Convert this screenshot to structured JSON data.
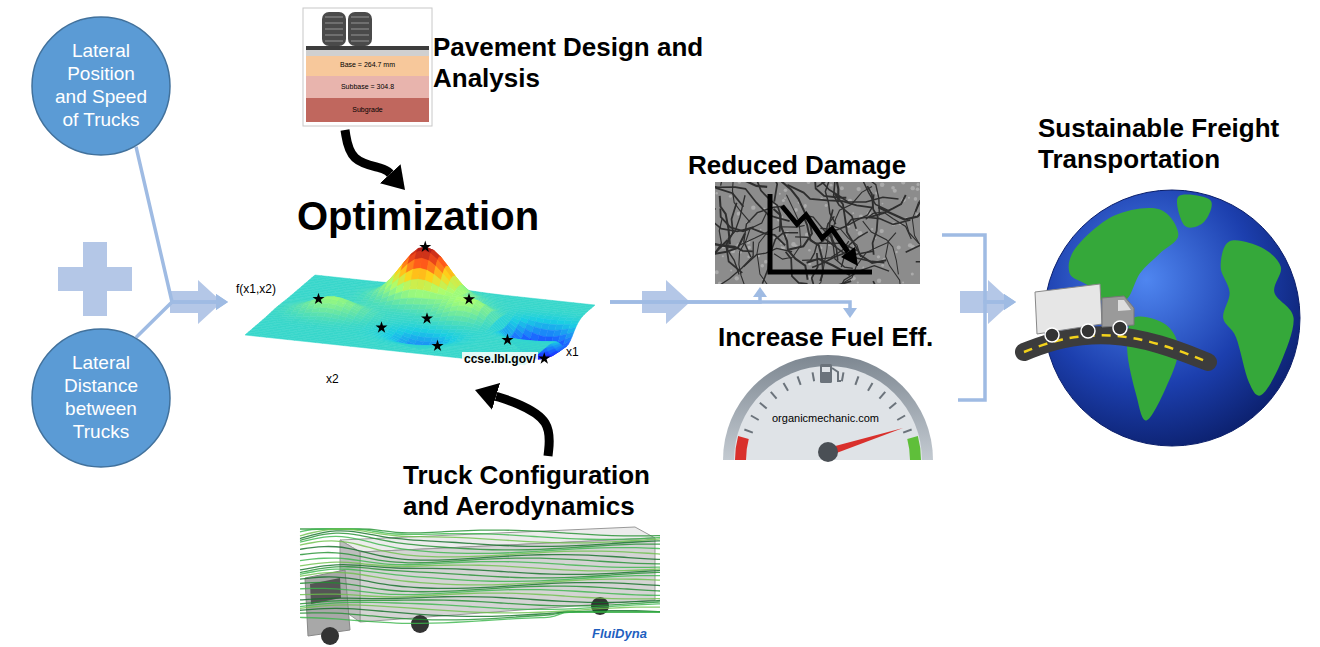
{
  "diagram": {
    "nodes": [
      {
        "text": [
          "Lateral Position and Speed of Trucks"
        ]
      },
      {
        "text": [
          "Lateral Distance between Trucks"
        ]
      },
      {
        "text": [
          "Optimization"
        ]
      },
      {
        "text": [
          "Pavement Design and Analysis"
        ]
      },
      {
        "text": [
          "Truck Configuration and Aerodynamics"
        ]
      },
      {
        "text": [
          "Reduced Damage"
        ]
      },
      {
        "text": [
          "Increase Fuel Eff."
        ]
      },
      {
        "text": [
          "Sustainable Freight Transportation"
        ]
      }
    ],
    "edges": [
      {
        "from": 0,
        "to": 2,
        "arrow": "to"
      },
      {
        "from": 1,
        "to": 2,
        "arrow": "to"
      },
      {
        "from": 3,
        "to": 2,
        "arrow": "to"
      },
      {
        "from": 4,
        "to": 2,
        "arrow": "to"
      },
      {
        "from": 2,
        "to": 5,
        "arrow": "to"
      },
      {
        "from": 2,
        "to": 6,
        "arrow": "to"
      },
      {
        "from": 5,
        "to": 7,
        "arrow": "to"
      },
      {
        "from": 6,
        "to": 7,
        "arrow": "to"
      }
    ],
    "labels": [
      "f(x1,x2)",
      "x2",
      "x1",
      "ccse.lbl.gov/",
      "Base = 264.7 mm",
      "Subbase = 304.8",
      "Subgrade",
      "organicmechanic.com",
      "FluiDyna"
    ]
  }
}
